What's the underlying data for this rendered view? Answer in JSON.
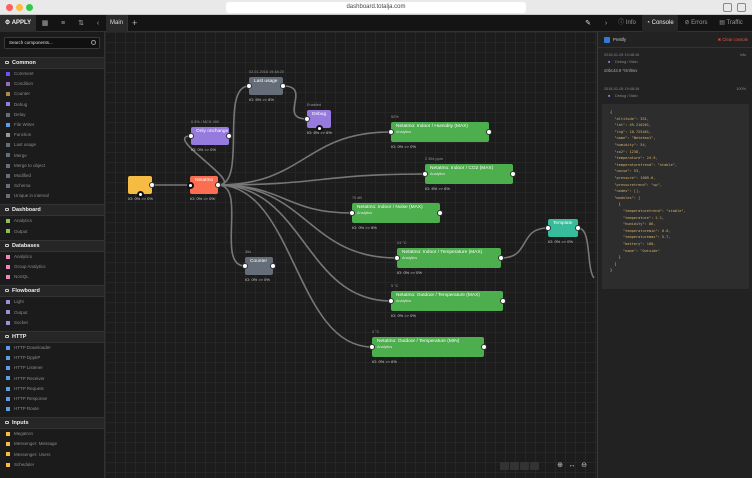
{
  "window": {
    "url": "dashboard.totalja.com"
  },
  "toolbar": {
    "apply_label": "APPLY",
    "tab_main": "Main",
    "add_tab": "+"
  },
  "right_tabs": {
    "info": "Info",
    "console": "Console",
    "errors": "Errors",
    "traffic": "Traffic"
  },
  "search": {
    "placeholder": "Search components..."
  },
  "categories": [
    {
      "name": "Common",
      "items": [
        {
          "label": "Comment",
          "color": "#704cff"
        },
        {
          "label": "Condition",
          "color": "#996aba"
        },
        {
          "label": "Counter",
          "color": "#a88a4c"
        },
        {
          "label": "Debug",
          "color": "#967add"
        },
        {
          "label": "Delay",
          "color": "#666d77"
        },
        {
          "label": "File Writer",
          "color": "#5d9cec"
        },
        {
          "label": "Function",
          "color": "#999999"
        },
        {
          "label": "Last usage",
          "color": "#656d78"
        },
        {
          "label": "Merge",
          "color": "#656d78"
        },
        {
          "label": "Merge to object",
          "color": "#656d78"
        },
        {
          "label": "Modified",
          "color": "#656d78"
        },
        {
          "label": "Schema",
          "color": "#656d78"
        },
        {
          "label": "Unique in interval",
          "color": "#656d78"
        }
      ]
    },
    {
      "name": "Dashboard",
      "items": [
        {
          "label": "Analytics",
          "color": "#8cc152"
        },
        {
          "label": "Output",
          "color": "#8cc152"
        }
      ]
    },
    {
      "name": "Databases",
      "items": [
        {
          "label": "Analytics",
          "color": "#ec87c0"
        },
        {
          "label": "Group Analytics",
          "color": "#ec87c0"
        },
        {
          "label": "NoSQL",
          "color": "#ec87c0"
        }
      ]
    },
    {
      "name": "Flowboard",
      "items": [
        {
          "label": "Light",
          "color": "#a08cdb"
        },
        {
          "label": "Output",
          "color": "#a08cdb"
        },
        {
          "label": "Socket",
          "color": "#a08cdb"
        }
      ]
    },
    {
      "name": "HTTP",
      "items": [
        {
          "label": "HTTP Downloader",
          "color": "#5d9cec"
        },
        {
          "label": "HTTP DppkP",
          "color": "#5d9cec"
        },
        {
          "label": "HTTP Listener",
          "color": "#5d9cec"
        },
        {
          "label": "HTTP Receiver",
          "color": "#5d9cec"
        },
        {
          "label": "HTTP Request",
          "color": "#5d9cec"
        },
        {
          "label": "HTTP Response",
          "color": "#5d9cec"
        },
        {
          "label": "HTTP Route",
          "color": "#5d9cec"
        }
      ]
    },
    {
      "name": "Inputs",
      "items": [
        {
          "label": "Megatron",
          "color": "#f6bb42"
        },
        {
          "label": "Messenger: Message",
          "color": "#f6bb42"
        },
        {
          "label": "Messenger: Users",
          "color": "#f6bb42"
        },
        {
          "label": "Scheduler",
          "color": "#f6bb42"
        }
      ]
    }
  ],
  "nodes": {
    "n_input": {
      "label": "",
      "stat": "IO: 0% >> 0%",
      "above": ""
    },
    "n_netatmo": {
      "label": "Netatmo",
      "stat": "IO: 0% >> 0%",
      "above": ""
    },
    "n_onlychange": {
      "label": "Only onchange",
      "stat": "IO: 0% >> 0%",
      "above": "0.3% / MCX: MX"
    },
    "n_lastusage": {
      "label": "Last usage",
      "stat": "IO: 6% >> 8%",
      "above": "02.01.2018 19:48:20"
    },
    "n_debug": {
      "label": "Debug",
      "stat": "IO: 6% >> 6%",
      "above": "Enabled"
    },
    "n_counter": {
      "label": "Counter",
      "stat": "IO: 0% >> 0%",
      "above": "36x"
    },
    "n_humidity": {
      "label": "Netatmo: Indoor / Humidity (MAX)",
      "sub": "Analytics",
      "stat": "IO: 0% >> 0%",
      "above": "52%"
    },
    "n_co2": {
      "label": "Netatmo: Indoor / CO2 (MAX)",
      "sub": "Analytics",
      "stat": "IO: 6% >> 6%",
      "above": "2 394 ppm"
    },
    "n_noise": {
      "label": "Netatmo: Indoor / Noise (MAX)",
      "sub": "Analytics",
      "stat": "IO: 0% >> 8%",
      "above": "70 dB"
    },
    "n_temp_in": {
      "label": "Netatmo: Indoor / Temperature (MAX)",
      "sub": "Analytics",
      "stat": "IO: 0% >> 0%",
      "above": "24 °C"
    },
    "n_temp_out_max": {
      "label": "Netatmo: Outdoor / Temperature (MAX)",
      "sub": "Analytics",
      "stat": "IO: 0% >> 0%",
      "above": "5 °C"
    },
    "n_temp_out_min": {
      "label": "Netatmo: Outdoor / Temperature (MIN)",
      "sub": "Analytics",
      "stat": "IO: 0% >> 6%",
      "above": "3 °C"
    },
    "n_template": {
      "label": "Template",
      "stat": "IO: 0% >> 0%",
      "above": ""
    }
  },
  "console": {
    "prettify_label": "Prettify",
    "clear_label": "Clear console",
    "entry1": {
      "time": "2018-01-05 19:48:16",
      "node": "Debug / Main",
      "body": "o0bc43.9 *Onl9ov",
      "tag": "Info"
    },
    "entry2": {
      "time": "2018-01-05 19:48:16",
      "node": "Debug / Main",
      "tag": "100%"
    },
    "json_lines": [
      "{",
      "  \"altitude\": 351,",
      "  \"lat\": 49.210261,",
      "  \"lng\": 18.725461,",
      "  \"name\": \"Netatmo1\",",
      "  \"humidity\": 54,",
      "  \"co2\": 1238,",
      "  \"temperature\": 24.9,",
      "  \"temperaturetrend\": \"stable\",",
      "  \"noise\": 53,",
      "  \"pressure\": 1009.6,",
      "  \"pressuretrend\": \"up\",",
      "  \"nodes\": [],",
      "  \"modules\": [",
      "    {",
      "      \"temperaturetrend\": \"stable\",",
      "      \"temperature\": 2.1,",
      "      \"humidity\": 86,",
      "      \"temperaturemin\": 0.6,",
      "      \"temperaturemax\": 5.7,",
      "      \"battery\": 100,",
      "      \"name\": \"Outside\"",
      "    }",
      "  ]",
      "}"
    ]
  },
  "colors": {
    "accent": "#4caf50",
    "orange": "#fc6e51",
    "yellow": "#f6bb42",
    "purple": "#967add",
    "gray": "#656d78",
    "teal": "#37bc9b",
    "green": "#4cae4c",
    "clear": "#e9573f"
  }
}
